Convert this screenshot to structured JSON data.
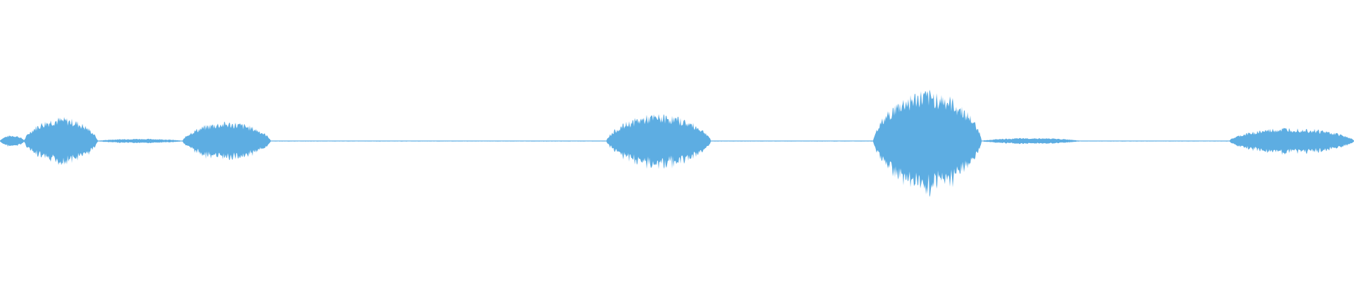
{
  "waveform": {
    "color": "#5dade2",
    "background": "#ffffff",
    "duration_fraction_segments": [
      {
        "start": 0.0,
        "end": 0.018,
        "amp": 0.04
      },
      {
        "start": 0.018,
        "end": 0.072,
        "amp": 0.16
      },
      {
        "start": 0.072,
        "end": 0.135,
        "amp": 0.015
      },
      {
        "start": 0.135,
        "end": 0.2,
        "amp": 0.13
      },
      {
        "start": 0.2,
        "end": 0.448,
        "amp": 0.003
      },
      {
        "start": 0.448,
        "end": 0.525,
        "amp": 0.18
      },
      {
        "start": 0.525,
        "end": 0.645,
        "amp": 0.003
      },
      {
        "start": 0.645,
        "end": 0.725,
        "amp": 0.34
      },
      {
        "start": 0.725,
        "end": 0.798,
        "amp": 0.02
      },
      {
        "start": 0.798,
        "end": 0.908,
        "amp": 0.003
      },
      {
        "start": 0.908,
        "end": 1.0,
        "amp": 0.09
      }
    ]
  }
}
